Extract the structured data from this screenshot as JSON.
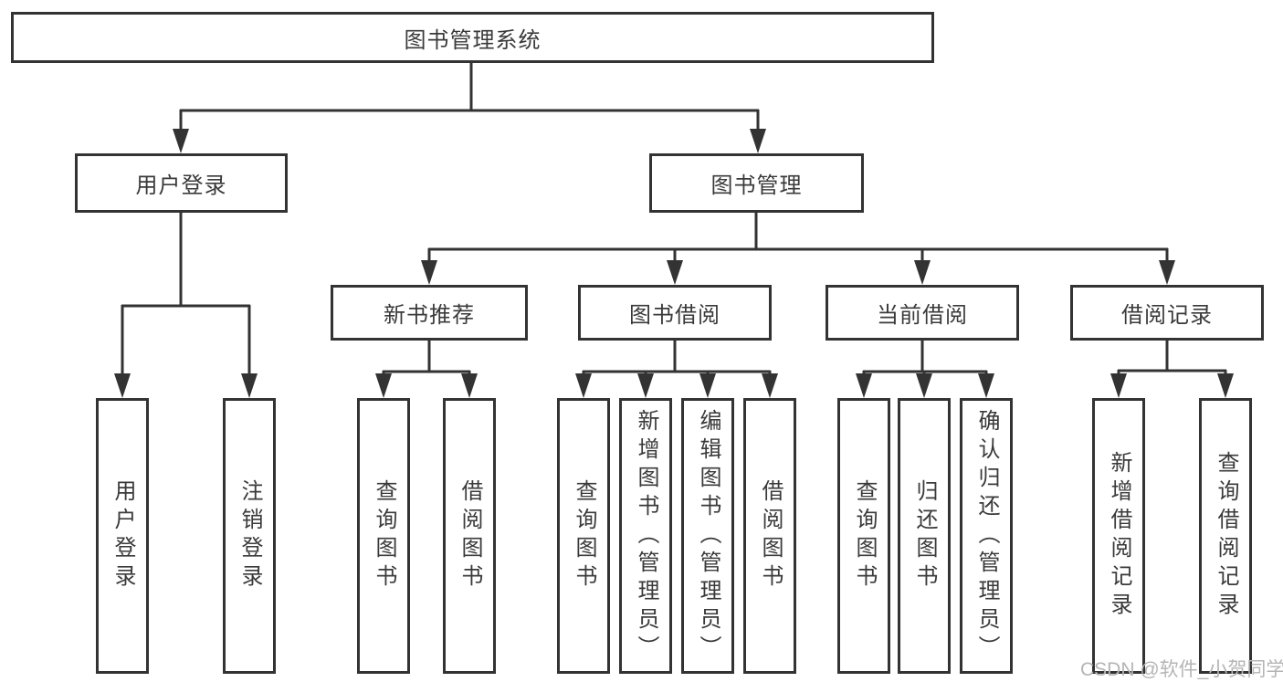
{
  "diagram_title": "图书管理系统",
  "tree": {
    "root": {
      "label": "图书管理系统"
    },
    "branches": [
      {
        "label": "用户登录",
        "children": [
          {
            "label": "用户登录"
          },
          {
            "label": "注销登录"
          }
        ]
      },
      {
        "label": "图书管理",
        "children": [
          {
            "label": "新书推荐",
            "children": [
              {
                "label": "查询图书"
              },
              {
                "label": "借阅图书"
              }
            ]
          },
          {
            "label": "图书借阅",
            "children": [
              {
                "label": "查询图书"
              },
              {
                "label": "新增图书（管理员）"
              },
              {
                "label": "编辑图书（管理员）"
              },
              {
                "label": "借阅图书"
              }
            ]
          },
          {
            "label": "当前借阅",
            "children": [
              {
                "label": "查询图书"
              },
              {
                "label": "归还图书"
              },
              {
                "label": "确认归还（管理员）"
              }
            ]
          },
          {
            "label": "借阅记录",
            "children": [
              {
                "label": "新增借阅记录"
              },
              {
                "label": "查询借阅记录"
              }
            ]
          }
        ]
      }
    ]
  },
  "watermark": {
    "text": "CSDN @软件_小贺同学"
  },
  "colors": {
    "line": "#333333",
    "box_border": "#333333",
    "text": "#3a3a3a",
    "background": "#ffffff",
    "watermark": "#b5b5b5"
  }
}
